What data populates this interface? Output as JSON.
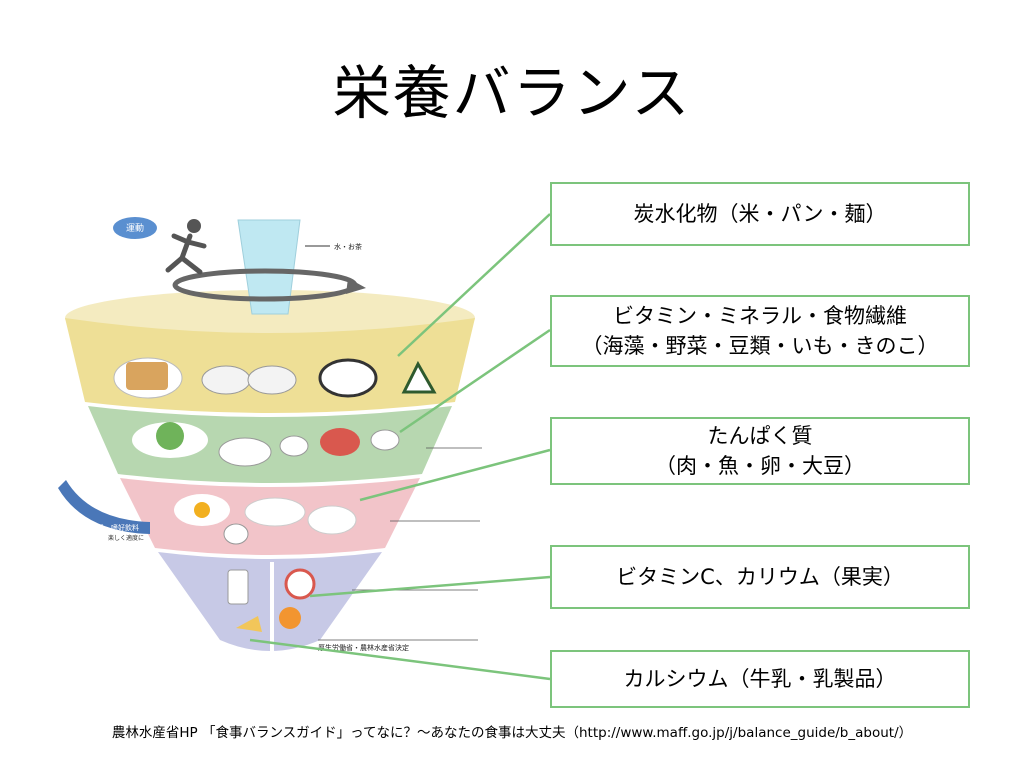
{
  "slide": {
    "title": "栄養バランス"
  },
  "diagram": {
    "exercise_bubble": "運動",
    "water_label": "水・お茶",
    "snack_label": "菓子・嗜好飲料",
    "snack_sub": "楽しく適度に",
    "bottom_note": "厚生労働省・農林水産省決定"
  },
  "labels": {
    "carb": {
      "line1": "炭水化物（米・パン・麺）"
    },
    "veg": {
      "line1": "ビタミン・ミネラル・食物繊維",
      "line2": "（海藻・野菜・豆類・いも・きのこ）"
    },
    "protein": {
      "line1": "たんぱく質",
      "line2": "（肉・魚・卵・大豆）"
    },
    "fruit": {
      "line1": "ビタミンC、カリウム（果実）"
    },
    "dairy": {
      "line1": "カルシウム（牛乳・乳製品）"
    }
  },
  "footer": {
    "source": "農林水産省HP 「食事バランスガイド」ってなに？～あなたの食事は大丈夫（http://www.maff.go.jp/j/balance_guide/b_about/）"
  },
  "colors": {
    "carb_band": "#eedf96",
    "veg_band": "#b7d7b0",
    "protein_band": "#f2c4c9",
    "fruit_dairy_band": "#c7c9e6",
    "connector": "#7cc47c",
    "water": "#bfe8f2"
  }
}
